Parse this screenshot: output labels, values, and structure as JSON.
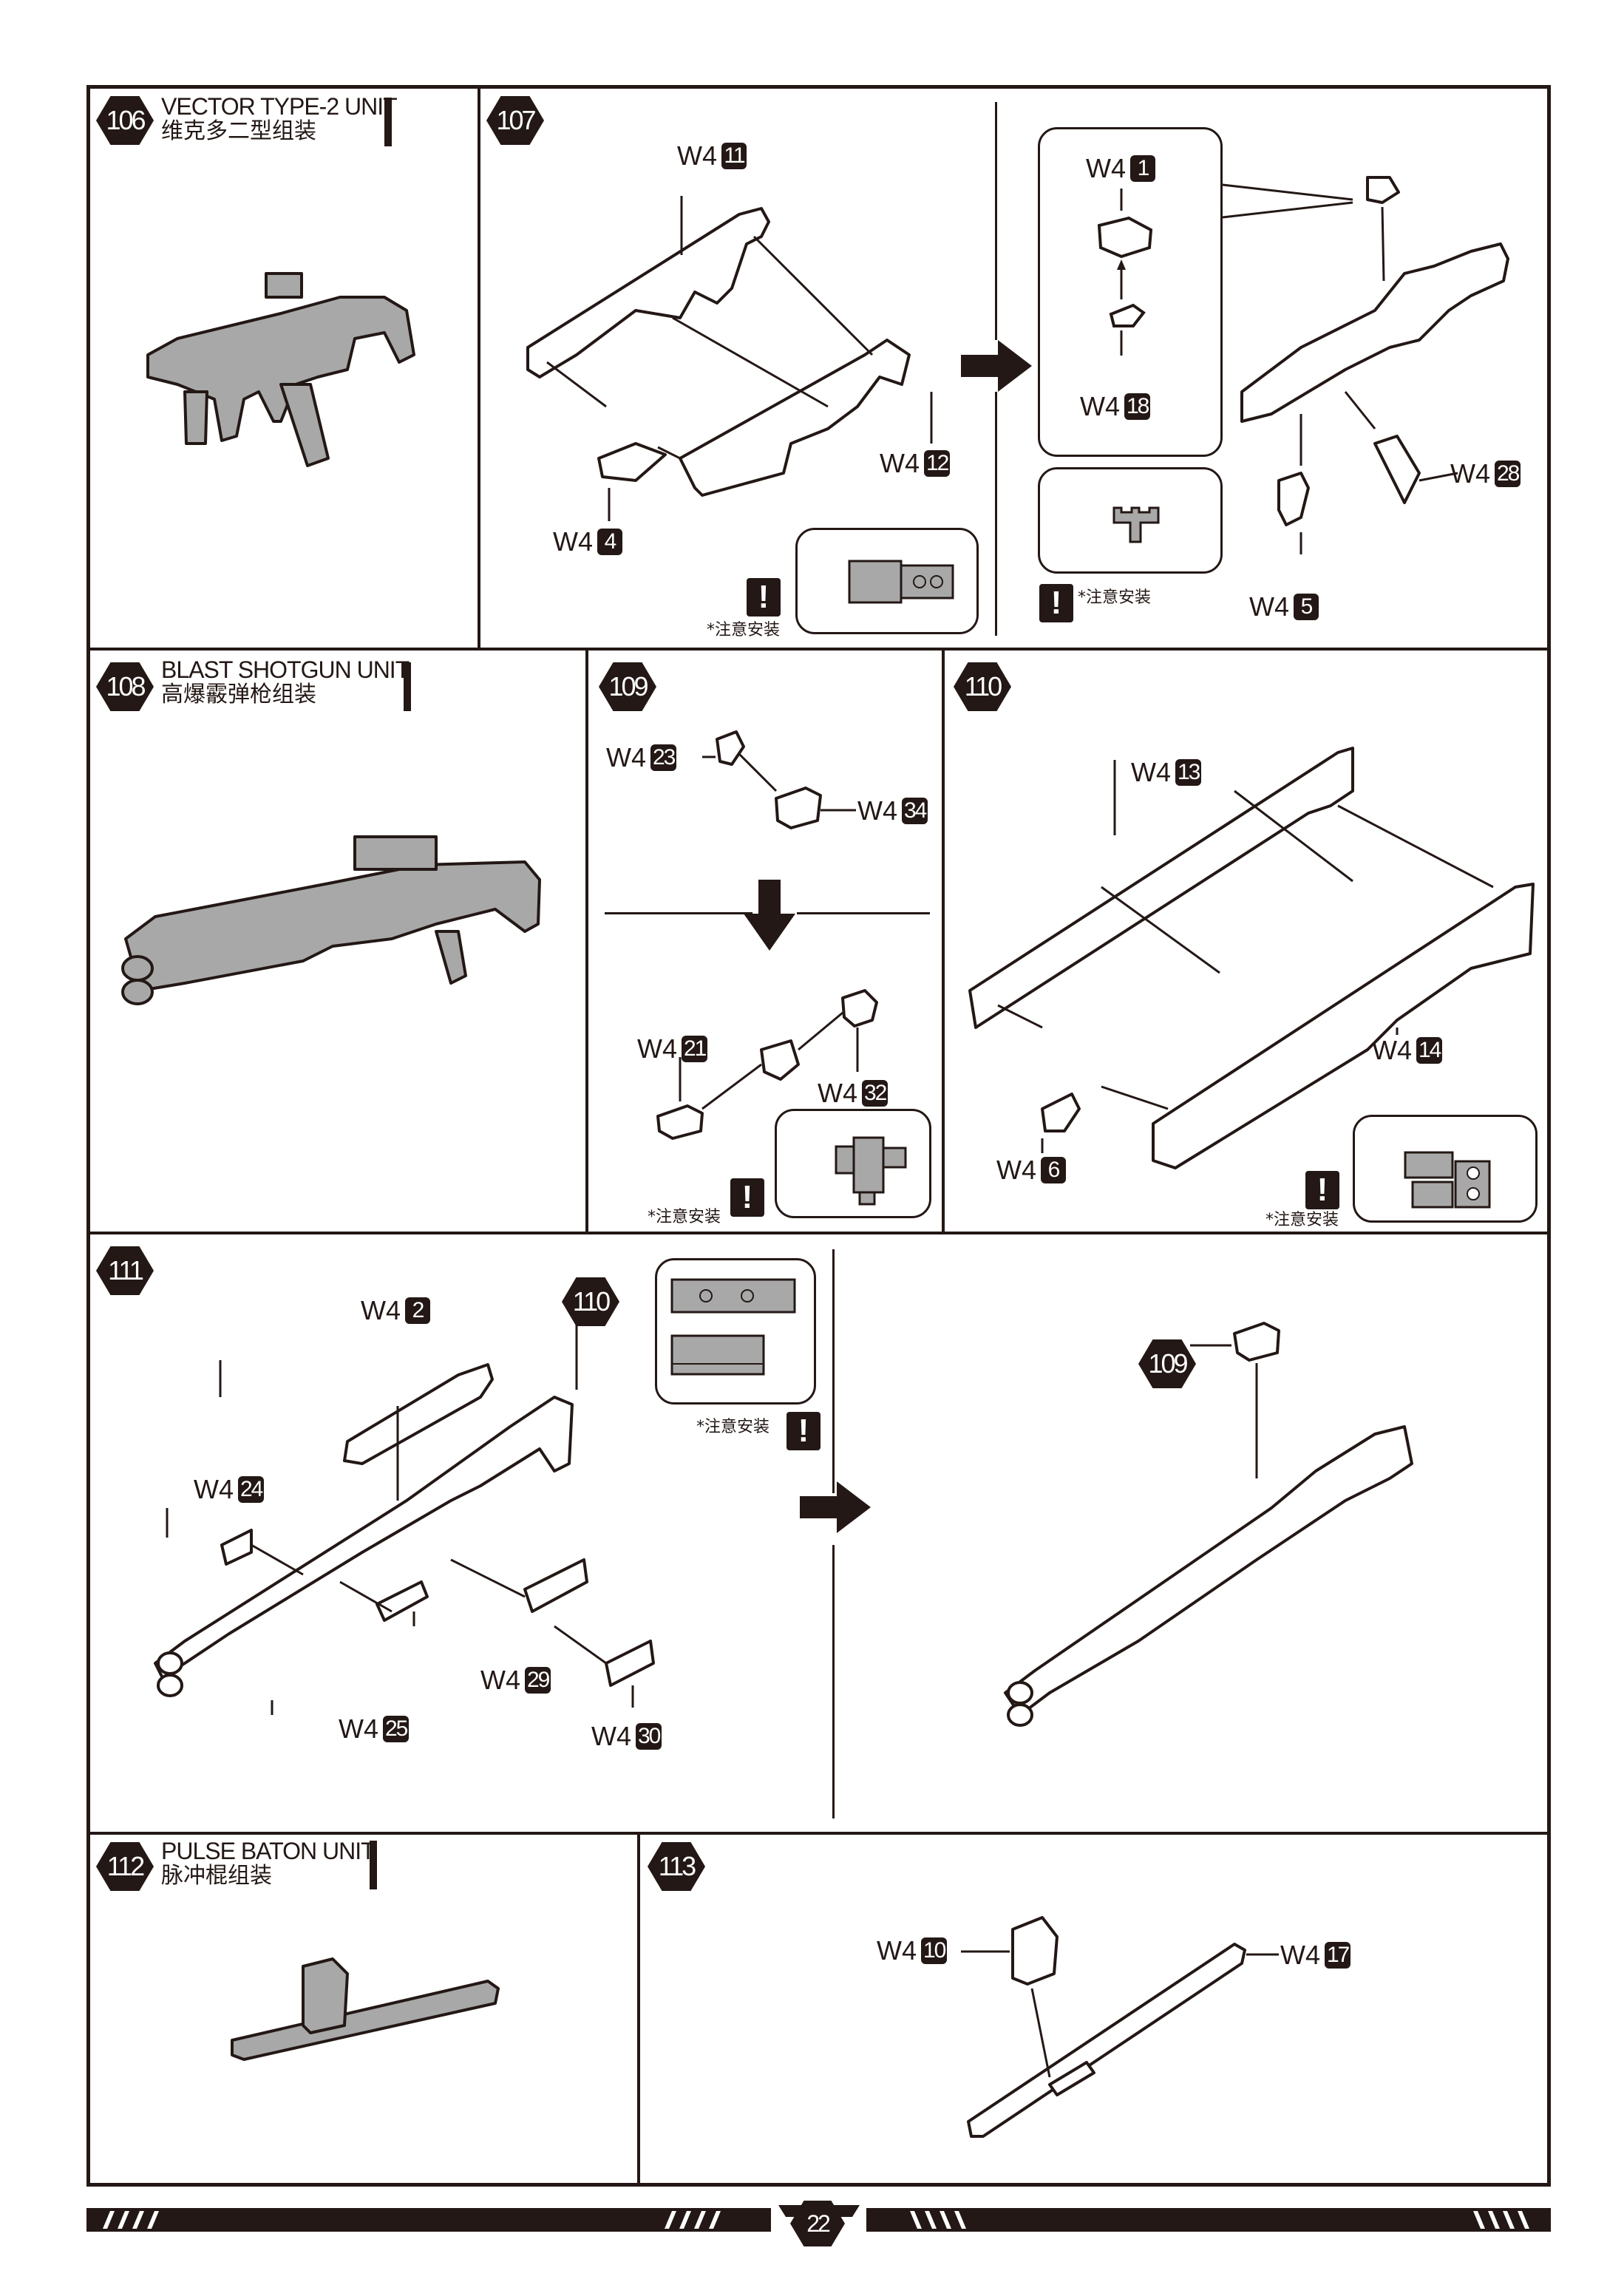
{
  "page": {
    "number": "22",
    "caution_text": "*注意安装",
    "colors": {
      "ink": "#231815",
      "part_gray": "#a8a8a8",
      "paper": "#ffffff"
    }
  },
  "steps": {
    "s106": {
      "number": "106",
      "title_en": "VECTOR TYPE-2 UNIT",
      "title_zh": "维克多二型组装"
    },
    "s107": {
      "number": "107",
      "parts": [
        {
          "runner": "W4",
          "num": "11"
        },
        {
          "runner": "W4",
          "num": "12"
        },
        {
          "runner": "W4",
          "num": "4"
        },
        {
          "runner": "W4",
          "num": "1"
        },
        {
          "runner": "W4",
          "num": "18"
        },
        {
          "runner": "W4",
          "num": "28"
        },
        {
          "runner": "W4",
          "num": "5"
        }
      ]
    },
    "s108": {
      "number": "108",
      "title_en": "BLAST SHOTGUN UNIT",
      "title_zh": "高爆霰弹枪组装"
    },
    "s109": {
      "number": "109",
      "parts": [
        {
          "runner": "W4",
          "num": "23"
        },
        {
          "runner": "W4",
          "num": "34"
        },
        {
          "runner": "W4",
          "num": "21"
        },
        {
          "runner": "W4",
          "num": "32"
        }
      ]
    },
    "s110": {
      "number": "110",
      "parts": [
        {
          "runner": "W4",
          "num": "13"
        },
        {
          "runner": "W4",
          "num": "14"
        },
        {
          "runner": "W4",
          "num": "6"
        }
      ]
    },
    "s111": {
      "number": "111",
      "ref_110": "110",
      "ref_109": "109",
      "parts": [
        {
          "runner": "W4",
          "num": "2"
        },
        {
          "runner": "W4",
          "num": "24"
        },
        {
          "runner": "W4",
          "num": "25"
        },
        {
          "runner": "W4",
          "num": "29"
        },
        {
          "runner": "W4",
          "num": "30"
        }
      ]
    },
    "s112": {
      "number": "112",
      "title_en": "PULSE BATON UNIT",
      "title_zh": "脉冲棍组装"
    },
    "s113": {
      "number": "113",
      "parts": [
        {
          "runner": "W4",
          "num": "10"
        },
        {
          "runner": "W4",
          "num": "17"
        }
      ]
    }
  },
  "icons": {
    "warning": "!",
    "step_badge": "hexagon-badge",
    "part_tag": "runner-part-tag",
    "next_arrow": "arrow-right-icon",
    "down_arrow": "arrow-down-icon",
    "press_mark": "press-mark-icon"
  }
}
